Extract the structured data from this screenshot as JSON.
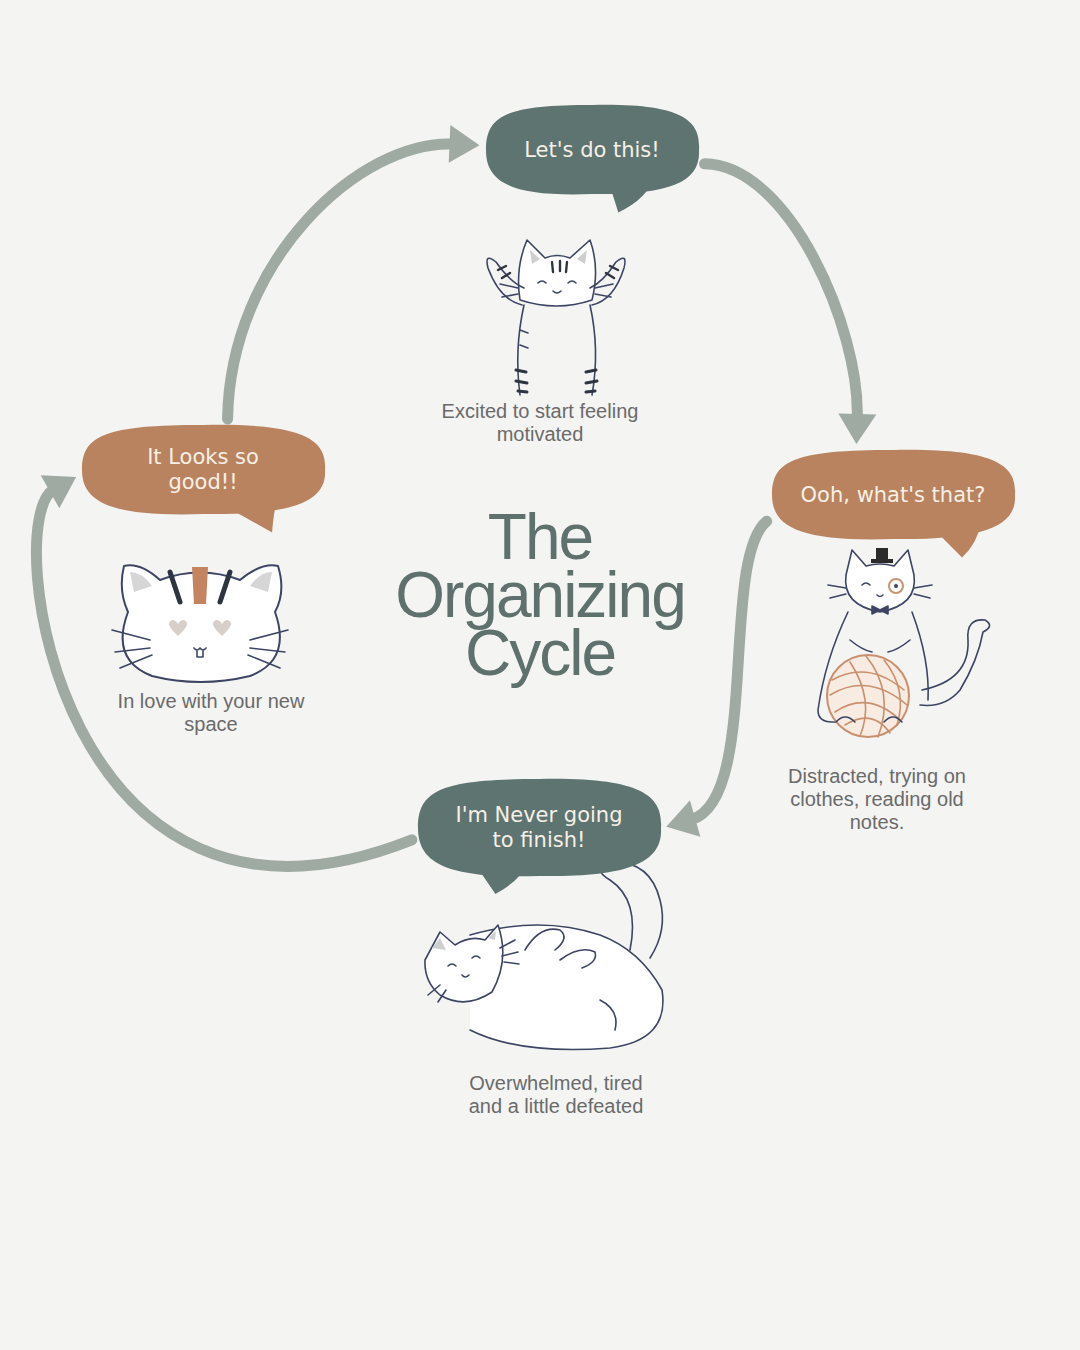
{
  "diagram": {
    "title": "The Organizing Cycle",
    "nodes": [
      {
        "text": [
          "Let's do this!"
        ]
      },
      {
        "text": [
          "Ooh, what's that?"
        ]
      },
      {
        "text": [
          "I'm Never going to finish!"
        ]
      },
      {
        "text": [
          "It Looks so good!!"
        ]
      }
    ],
    "edges": [
      {
        "from": 0,
        "to": 1,
        "arrow": "to"
      },
      {
        "from": 1,
        "to": 2,
        "arrow": "to"
      },
      {
        "from": 2,
        "to": 3,
        "arrow": "to"
      },
      {
        "from": 3,
        "to": 0,
        "arrow": "to"
      }
    ],
    "labels": [
      "Excited to start feeling motivated",
      "Distracted, trying on clothes, reading old notes.",
      "Overwhelmed, tired and a little defeated",
      "In love with your new space"
    ]
  }
}
